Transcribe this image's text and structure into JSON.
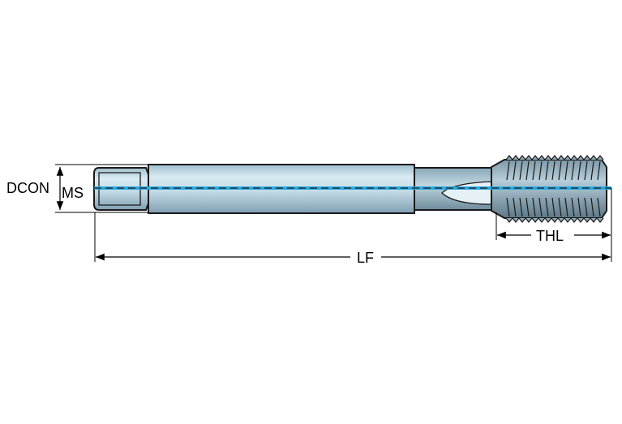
{
  "labels": {
    "dcon": "DCON",
    "ms": "MS",
    "lf": "LF",
    "thl": "THL"
  },
  "colors": {
    "shank_light": "#d9ebf3",
    "shank_mid": "#b9d3e0",
    "shank_dark": "#7f9fb1",
    "axis_cyan": "#2aa8e0",
    "outline": "#1a1a1a"
  }
}
